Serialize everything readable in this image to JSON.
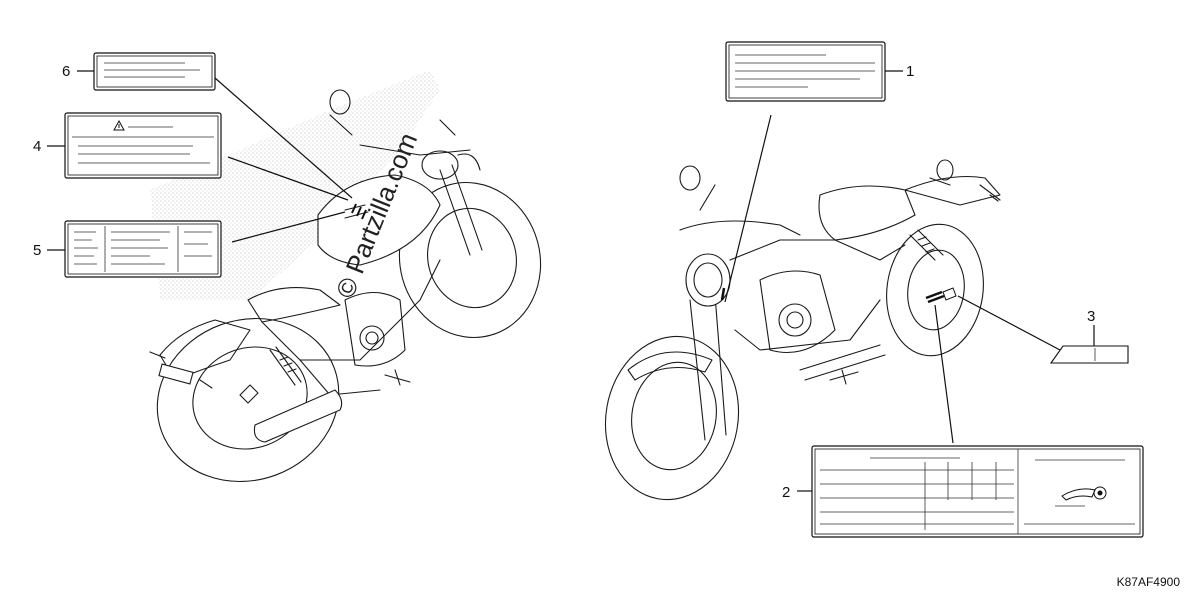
{
  "callouts": [
    {
      "id": "1",
      "text": "1"
    },
    {
      "id": "2",
      "text": "2"
    },
    {
      "id": "3",
      "text": "3"
    },
    {
      "id": "4",
      "text": "4"
    },
    {
      "id": "5",
      "text": "5"
    },
    {
      "id": "6",
      "text": "6"
    }
  ],
  "watermark": "© Partzilla.com",
  "diagram_code": "K87AF4900",
  "icons": {
    "warning": "warning-triangle-icon"
  }
}
